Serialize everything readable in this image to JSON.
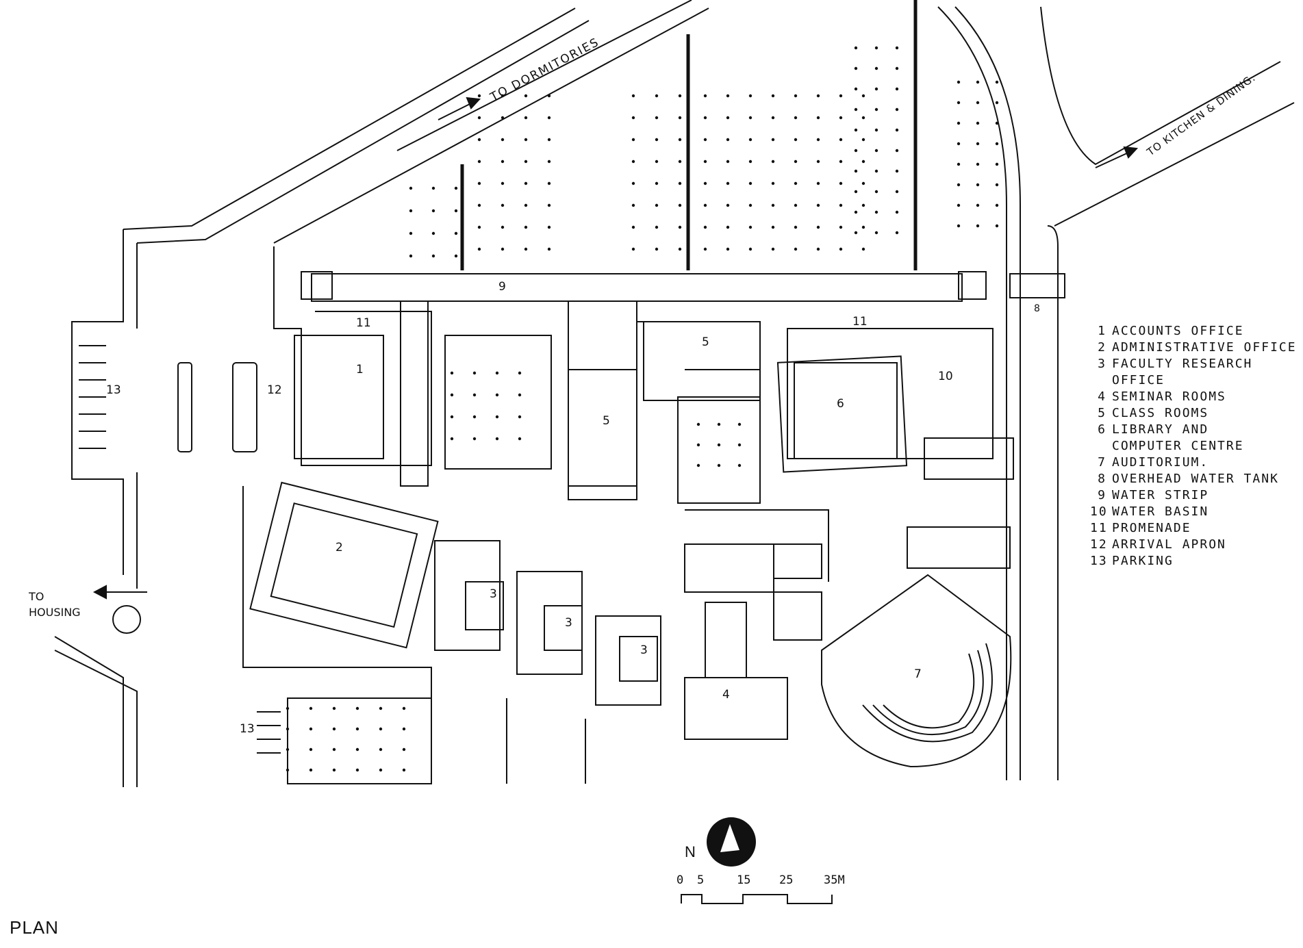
{
  "title": "PLAN",
  "directions": {
    "dormitories": "TO DORMITORIES",
    "kitchen": "TO KITCHEN & DINING.",
    "housing_line1": "TO",
    "housing_line2": "HOUSING"
  },
  "plan_numbers": {
    "n1": "1",
    "n2": "2",
    "n3": "3",
    "n4": "4",
    "n5": "5",
    "n6": "6",
    "n7": "7",
    "n8": "8",
    "n9": "9",
    "n10": "10",
    "n11": "11",
    "n12": "12",
    "n13": "13"
  },
  "legend": [
    {
      "num": "1",
      "label": "ACCOUNTS OFFICE"
    },
    {
      "num": "2",
      "label": "ADMINISTRATIVE OFFICE"
    },
    {
      "num": "3",
      "label": "FACULTY   RESEARCH",
      "cont": "OFFICE"
    },
    {
      "num": "4",
      "label": "SEMINAR   ROOMS"
    },
    {
      "num": "5",
      "label": "CLASS ROOMS"
    },
    {
      "num": "6",
      "label": "LIBRARY    AND",
      "cont": "COMPUTER  CENTRE"
    },
    {
      "num": "7",
      "label": "AUDITORIUM."
    },
    {
      "num": "8",
      "label": "OVERHEAD WATER TANK"
    },
    {
      "num": "9",
      "label": "WATER   STRIP"
    },
    {
      "num": "10",
      "label": "WATER  BASIN"
    },
    {
      "num": "11",
      "label": "PROMENADE"
    },
    {
      "num": "12",
      "label": "ARRIVAL APRON"
    },
    {
      "num": "13",
      "label": "PARKING"
    }
  ],
  "north_label": "N",
  "scale": {
    "ticks": [
      "0",
      "5",
      "15",
      "25",
      "35M"
    ]
  },
  "colors": {
    "ink": "#111111",
    "paper": "#ffffff"
  }
}
